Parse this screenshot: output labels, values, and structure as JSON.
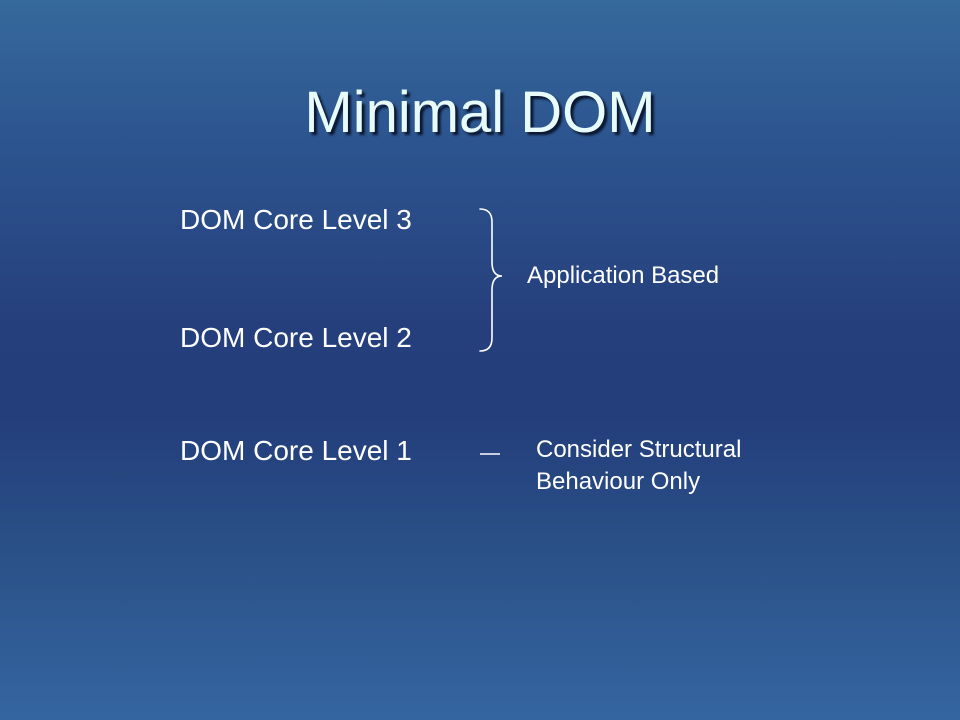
{
  "slide": {
    "title": "Minimal DOM",
    "levels": [
      {
        "label": "DOM Core Level 3"
      },
      {
        "label": "DOM Core Level 2"
      },
      {
        "label": "DOM Core Level 1"
      }
    ],
    "notes": {
      "application_based": "Application Based",
      "structural_line1": "Consider Structural",
      "structural_line2": "Behaviour Only"
    },
    "colors": {
      "background_top": "#36699c",
      "background_middle": "#233e7b",
      "title_text": "#e8fbfb",
      "body_text": "#ffffff"
    }
  }
}
